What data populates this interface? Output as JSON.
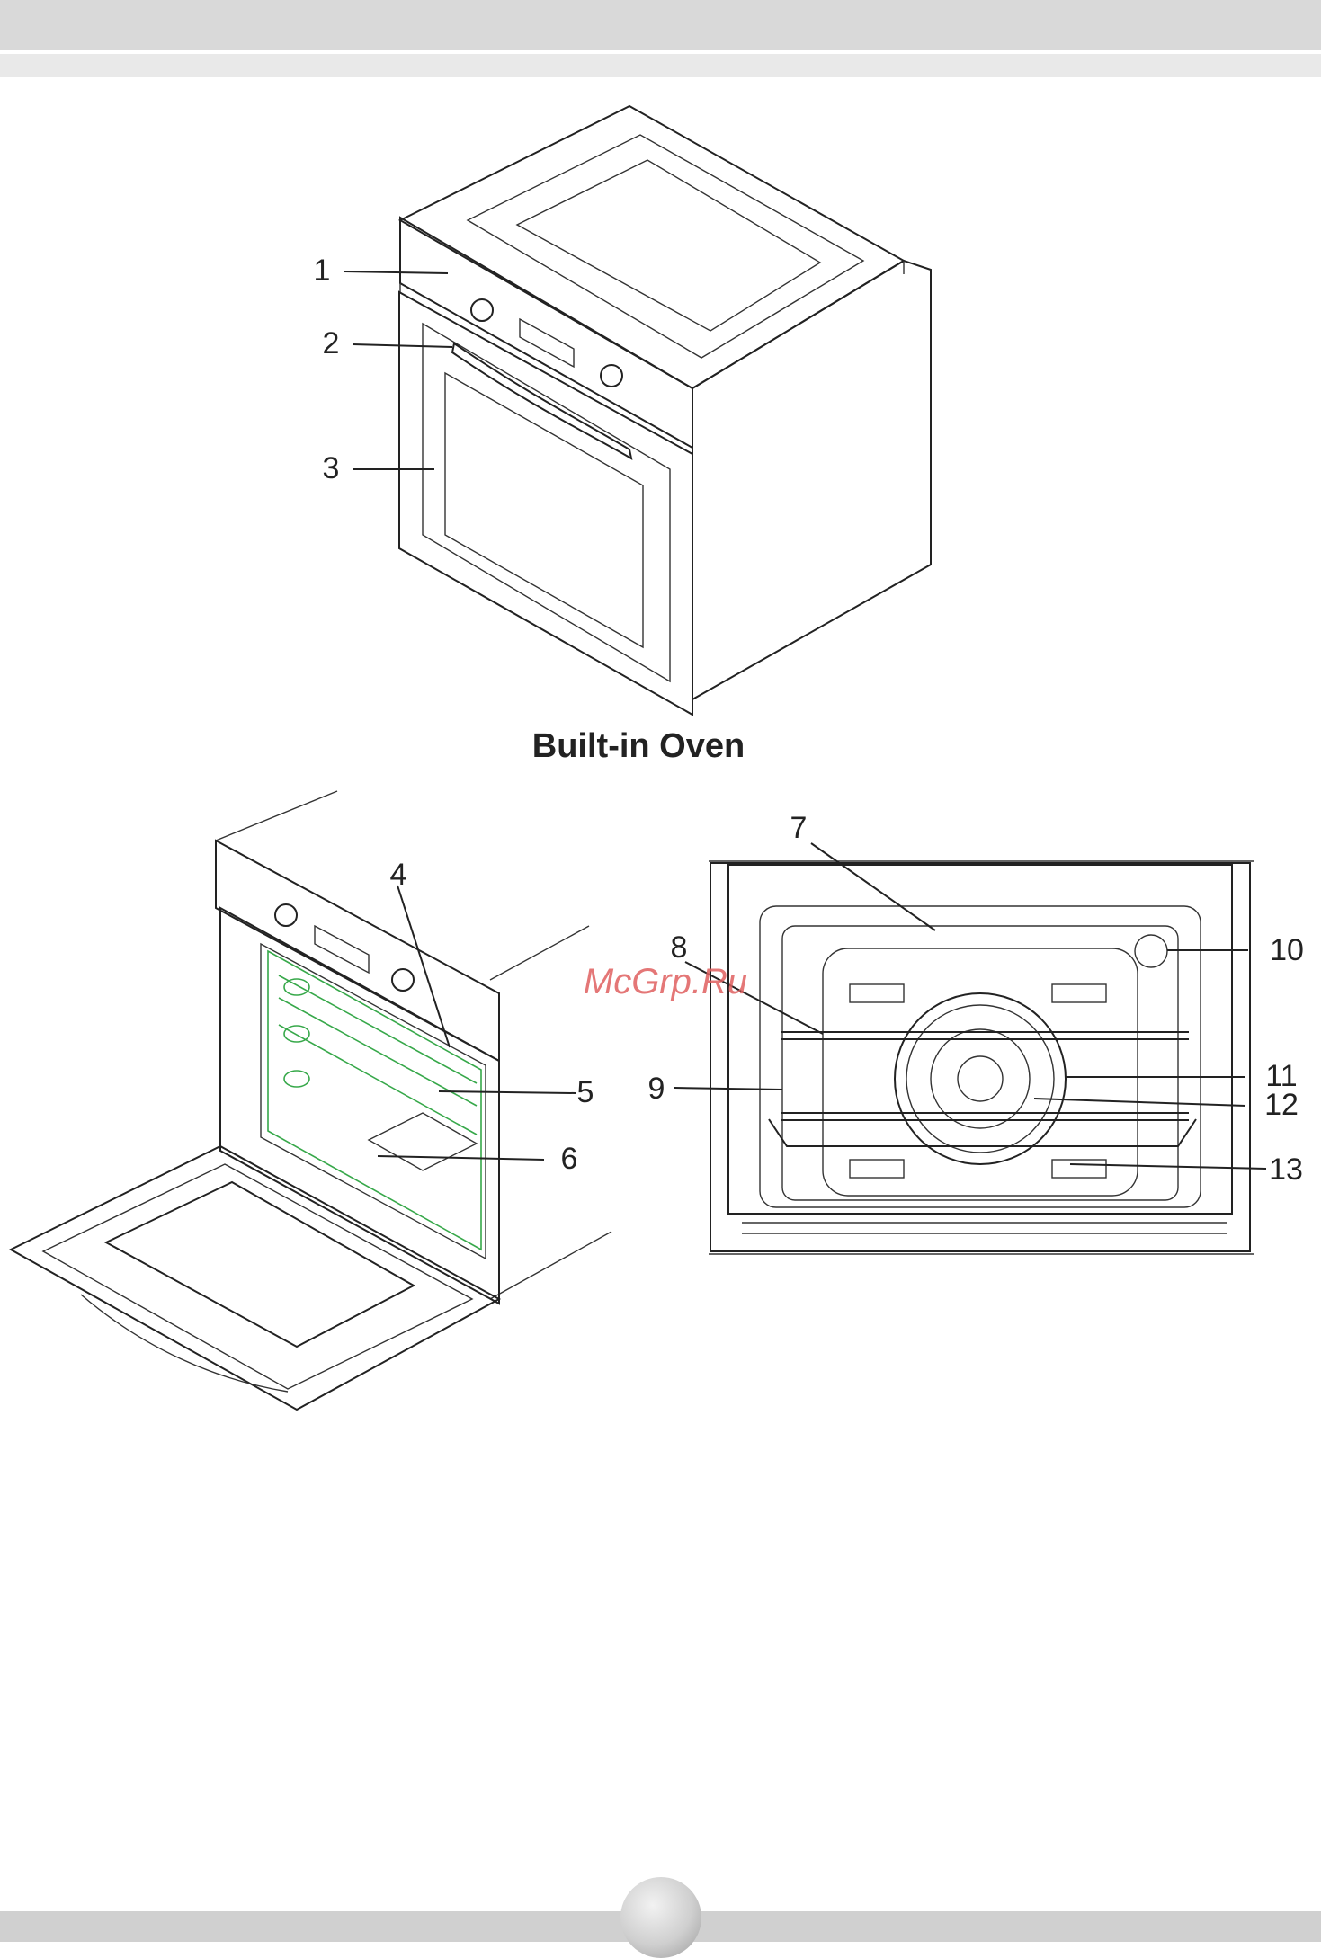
{
  "figure_top": {
    "caption": "Built-in Oven",
    "callouts": [
      "1",
      "2",
      "3"
    ]
  },
  "figure_left": {
    "callouts": [
      "4",
      "5",
      "6"
    ]
  },
  "figure_right": {
    "callouts": [
      "7",
      "8",
      "9",
      "10",
      "11",
      "12",
      "13"
    ]
  },
  "watermark": "McGrp.Ru"
}
